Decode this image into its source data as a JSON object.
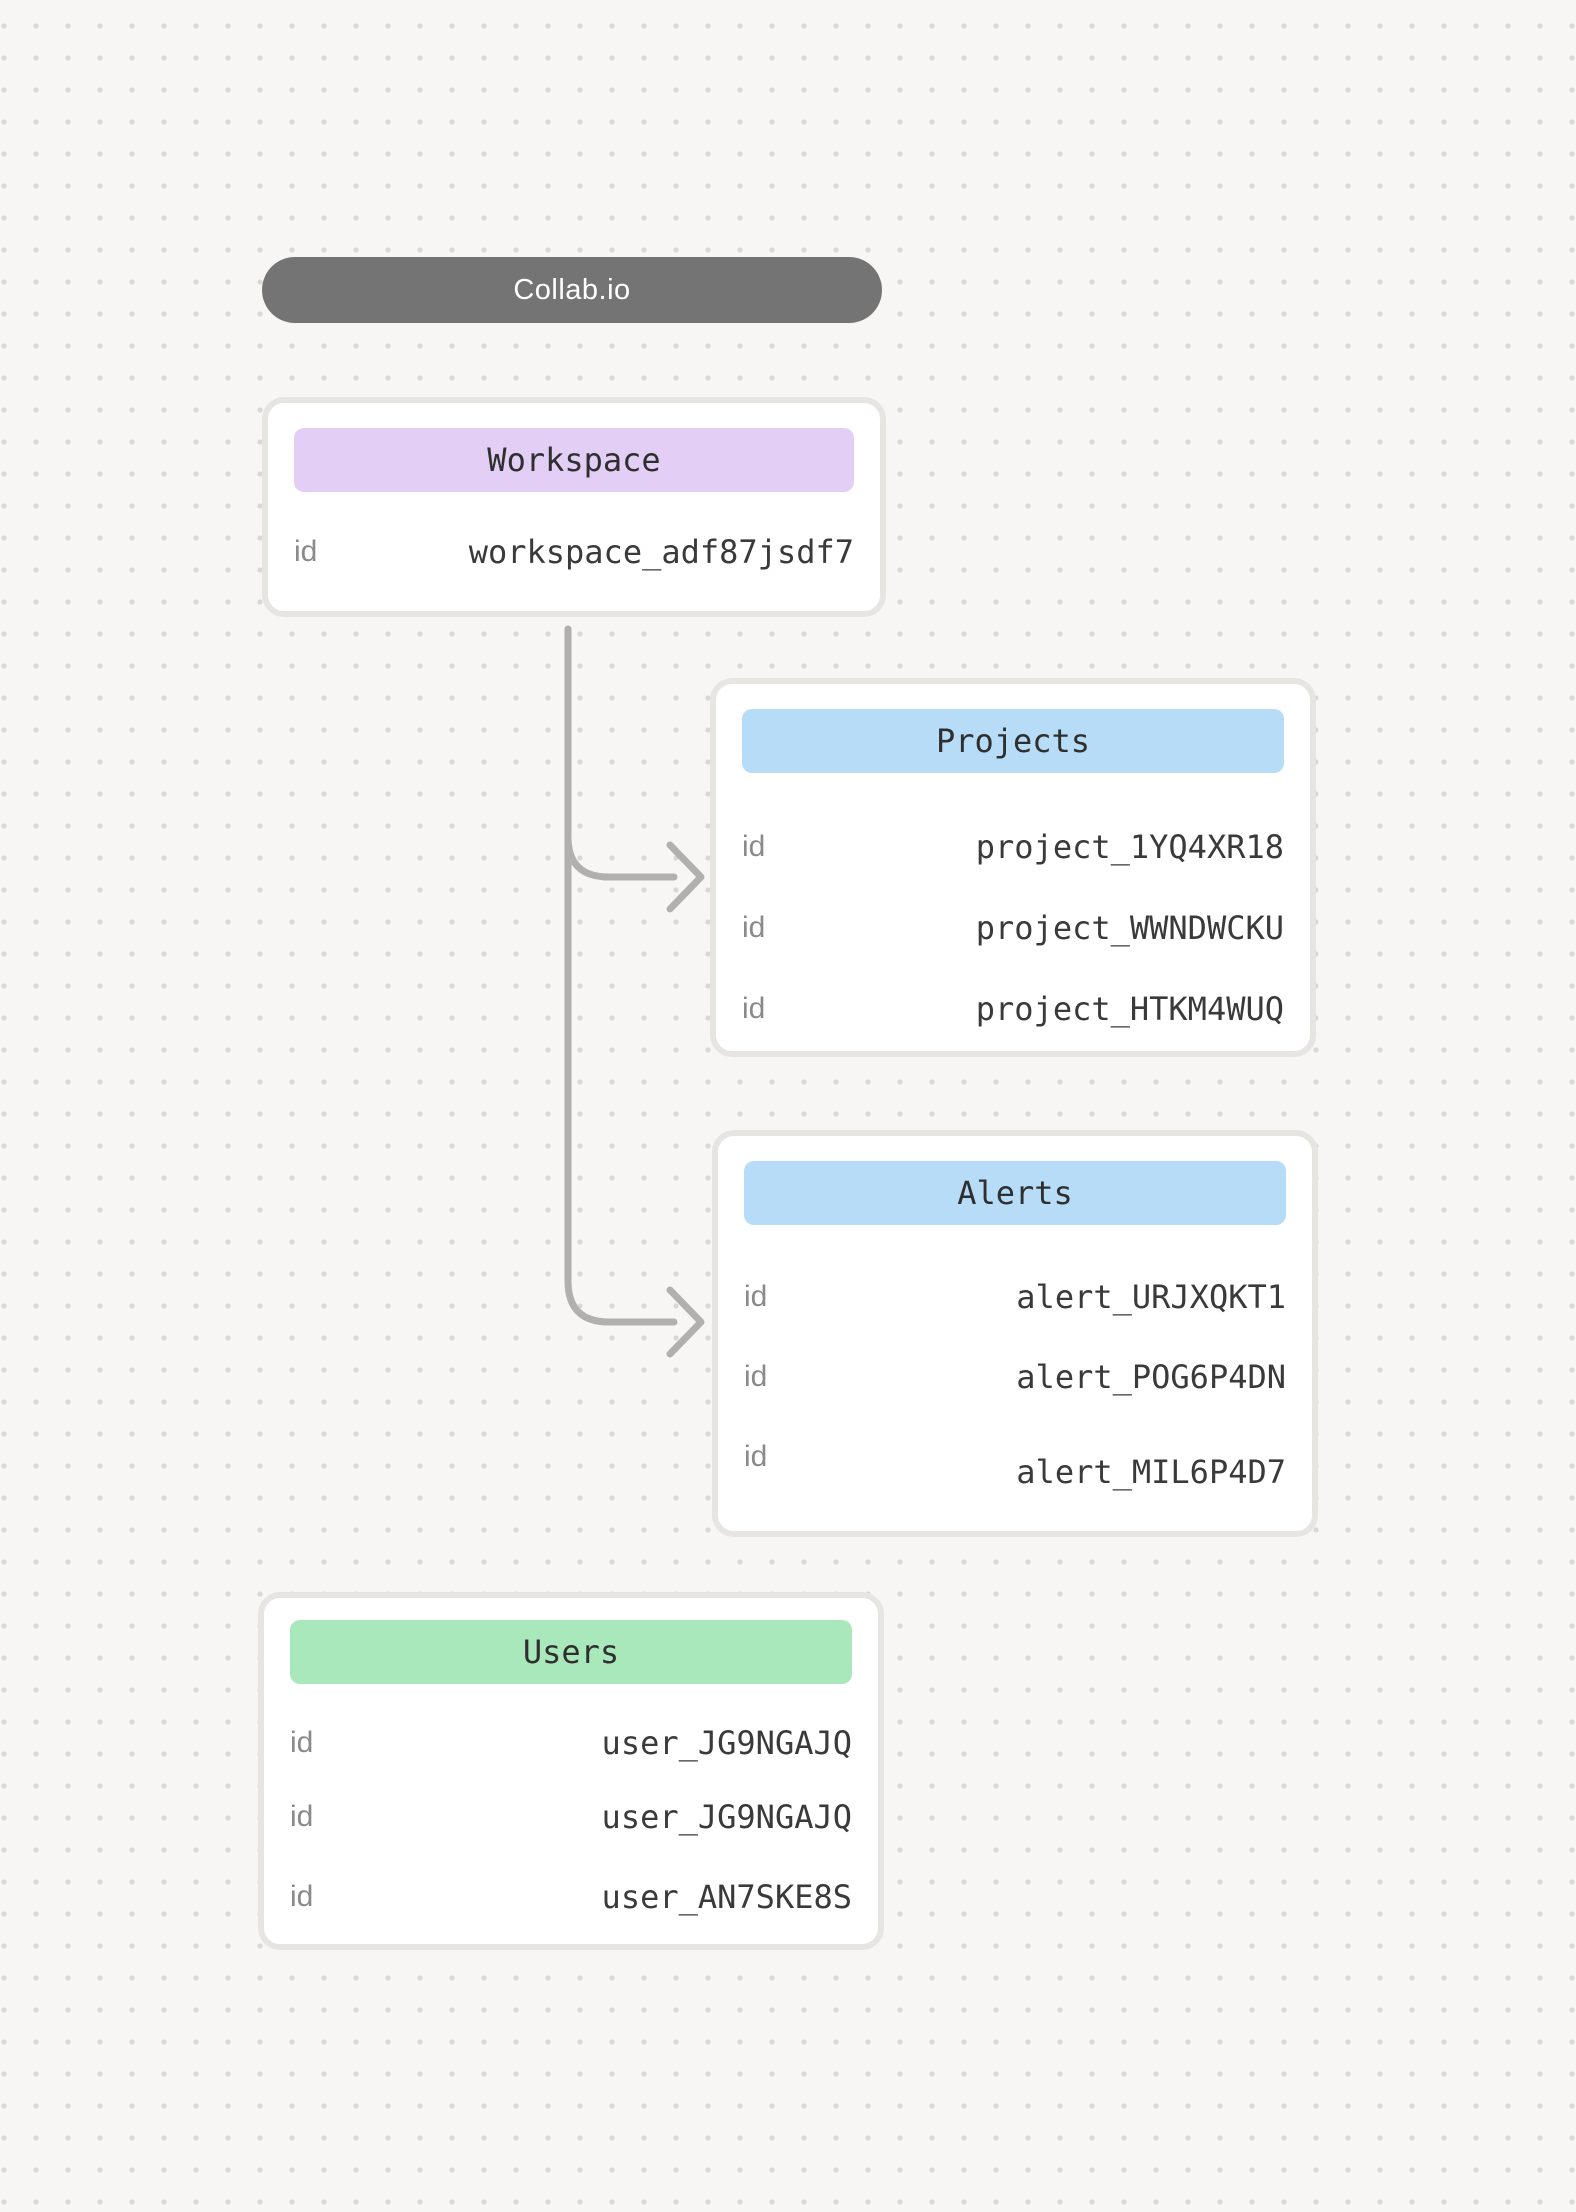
{
  "colors": {
    "background": "#f7f6f4",
    "dot_grid": "#d9d7d4",
    "card_background": "#ffffff",
    "card_border": "#e7e5e2",
    "connector": "#b1b0ae",
    "title_pill_background": "#747474",
    "title_pill_text": "#ffffff",
    "header_purple": "#e3cff6",
    "header_blue": "#b6dcf8",
    "header_green": "#a9e8ba",
    "header_text": "#2f2f2f",
    "field_label_text": "#8a8a8a",
    "field_value_text": "#3a3a3a"
  },
  "diagram": {
    "title": "Collab.io",
    "entities": [
      {
        "name": "Workspace",
        "header_color": "purple",
        "fields": [
          {
            "label": "id",
            "value": "workspace_adf87jsdf7"
          }
        ]
      },
      {
        "name": "Projects",
        "header_color": "blue",
        "fields": [
          {
            "label": "id",
            "value": "project_1YQ4XR18"
          },
          {
            "label": "id",
            "value": "project_WWNDWCKU"
          },
          {
            "label": "id",
            "value": "project_HTKM4WUQ"
          }
        ]
      },
      {
        "name": "Alerts",
        "header_color": "blue",
        "fields": [
          {
            "label": "id",
            "value": "alert_URJXQKT1"
          },
          {
            "label": "id",
            "value": "alert_POG6P4DN"
          },
          {
            "label": "id",
            "value": "alert_MIL6P4D7"
          }
        ]
      },
      {
        "name": "Users",
        "header_color": "green",
        "fields": [
          {
            "label": "id",
            "value": "user_JG9NGAJQ"
          },
          {
            "label": "id",
            "value": "user_JG9NGAJQ"
          },
          {
            "label": "id",
            "value": "user_AN7SKE8S"
          }
        ]
      }
    ],
    "connections": [
      {
        "from": "Workspace",
        "to": "Projects"
      },
      {
        "from": "Workspace",
        "to": "Alerts"
      }
    ]
  }
}
